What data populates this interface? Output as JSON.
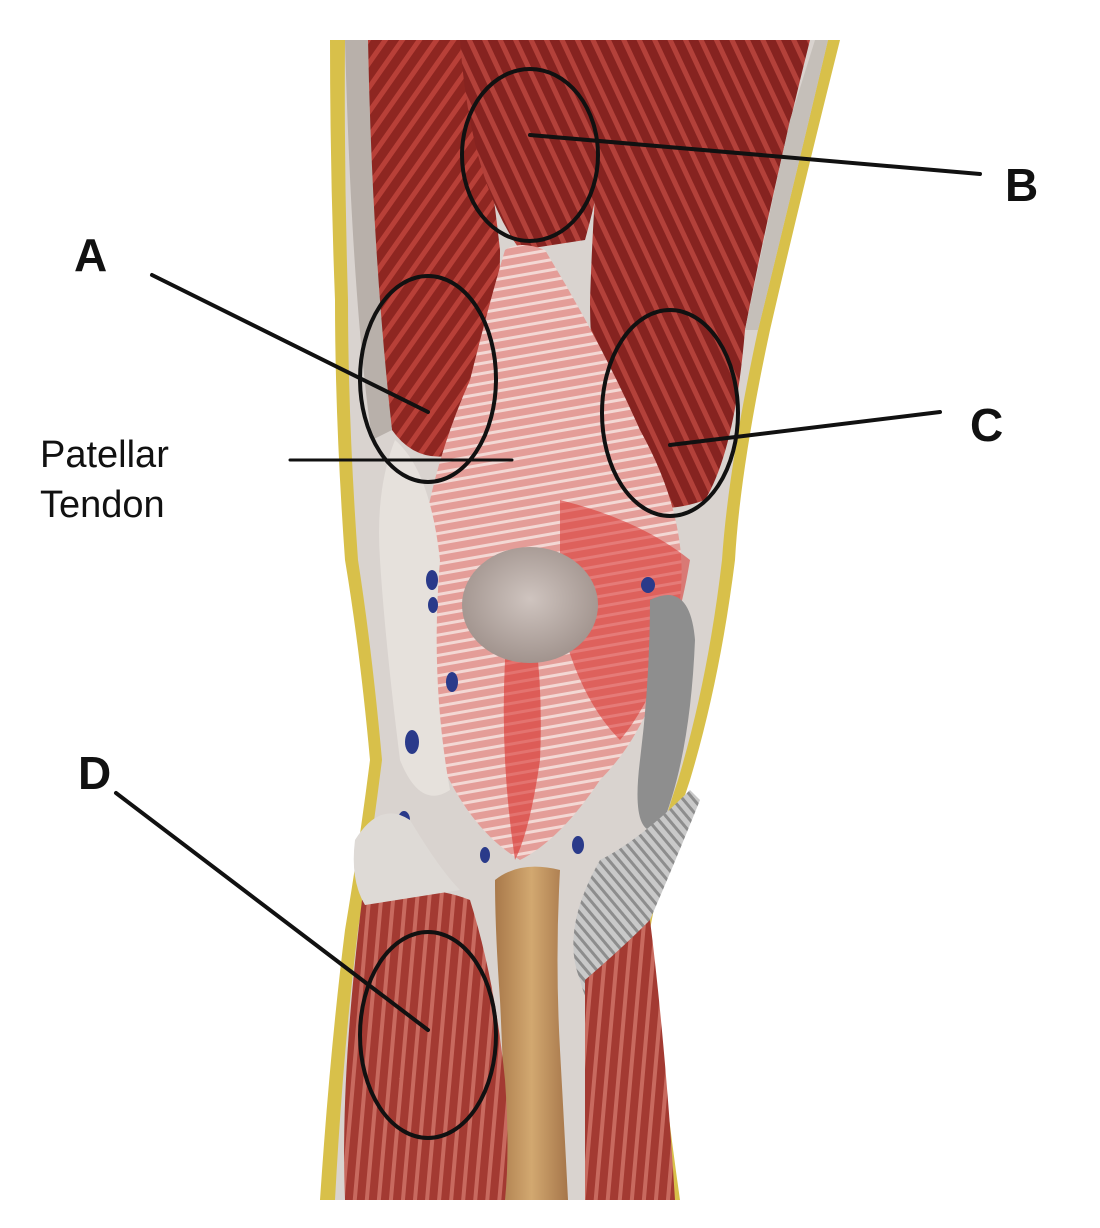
{
  "labels": {
    "a": "A",
    "b": "B",
    "c": "C",
    "d": "D",
    "patellar_tendon_line1": "Patellar",
    "patellar_tendon_line2": "Tendon"
  },
  "colors": {
    "muscle_dark": "#7a1f1c",
    "muscle_mid": "#a8322b",
    "muscle_light": "#c9544a",
    "tendon_pink": "#e8a7a4",
    "tendon_red": "#d9302b",
    "patella_gray": "#b3aaa5",
    "tibia_tan": "#c59a62",
    "fascia_yellow": "#d8c04a",
    "fascia_gray": "#9a9a9a",
    "vein_blue": "#2a3a8a",
    "annotation": "#111111"
  }
}
